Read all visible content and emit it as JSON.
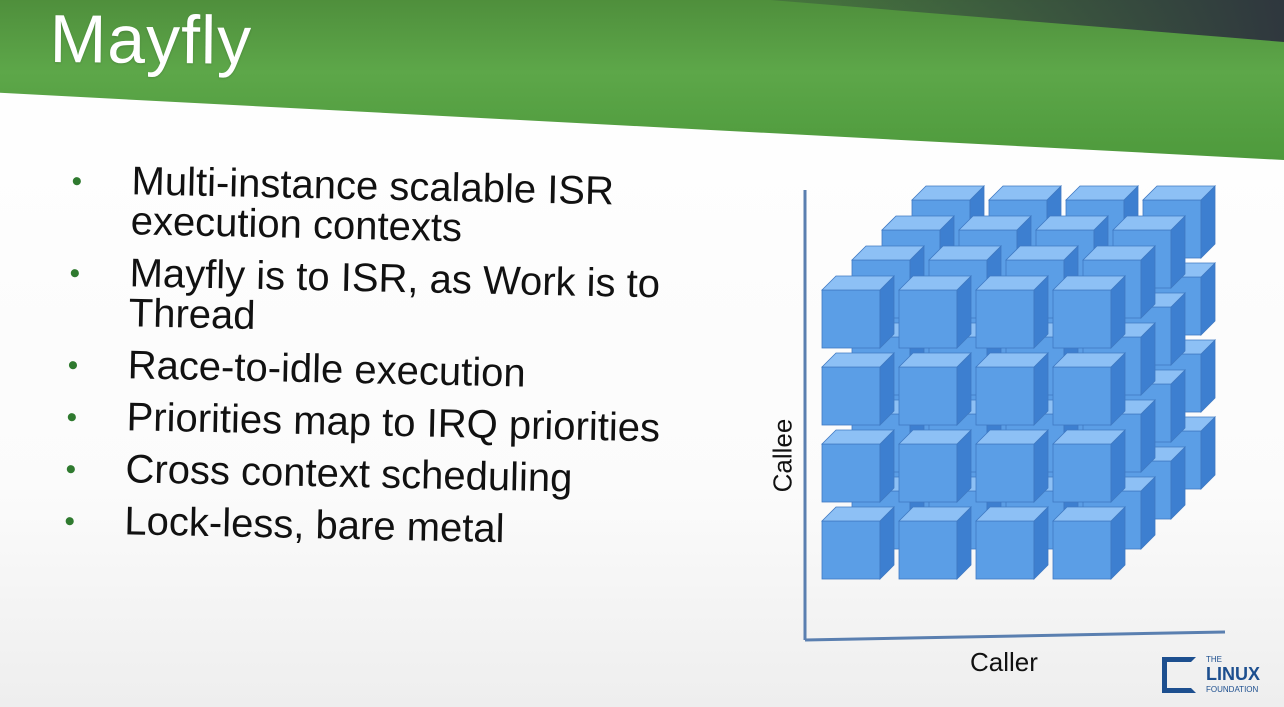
{
  "slide": {
    "title": "Mayfly",
    "bullets": [
      "Multi-instance scalable ISR execution contexts",
      "Mayfly is to ISR, as Work is to Thread",
      "Race-to-idle execution",
      "Priorities map to IRQ priorities",
      "Cross context scheduling",
      "Lock-less, bare metal"
    ],
    "bullet_glyph": "•",
    "diagram": {
      "x_axis_label": "Caller",
      "y_axis_label": "Callee",
      "cube_color": "#5b9ee6"
    },
    "logo": {
      "line1": "THE",
      "line2": "LINUX",
      "line3": "FOUNDATION"
    }
  }
}
